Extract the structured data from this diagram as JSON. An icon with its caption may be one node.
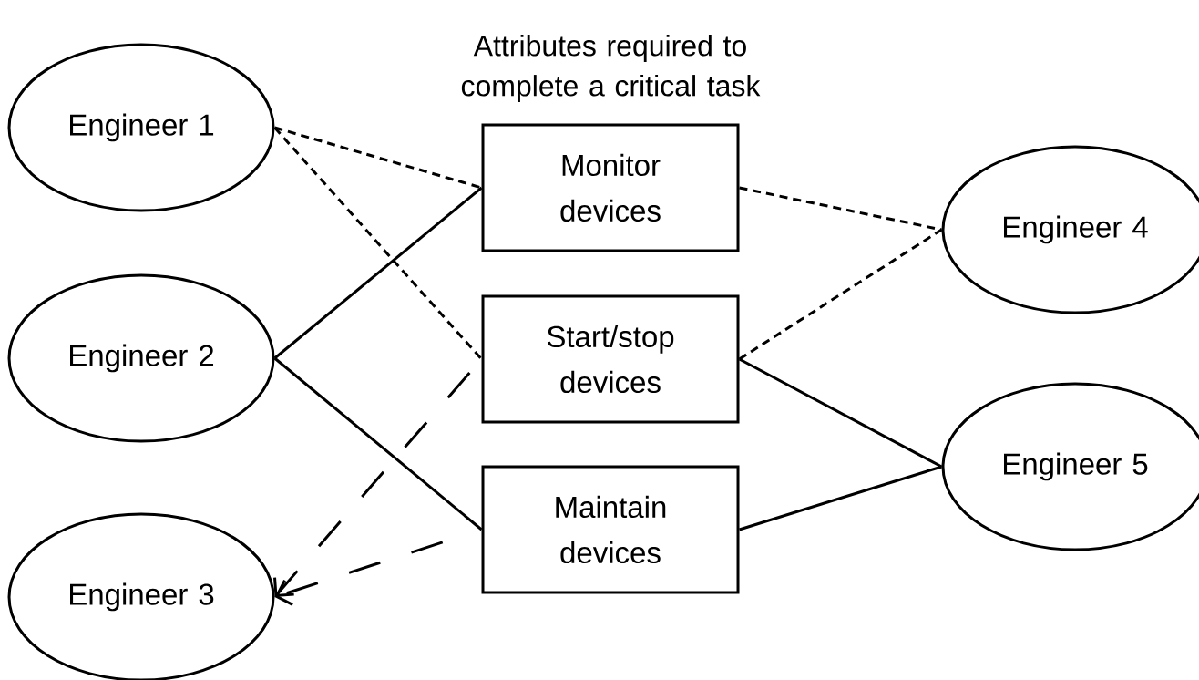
{
  "diagram": {
    "title": "Attributes required to complete a critical task",
    "nodes": [
      {
        "text": [
          "Engineer 1"
        ]
      },
      {
        "text": [
          "Engineer 2"
        ]
      },
      {
        "text": [
          "Engineer 3"
        ]
      },
      {
        "text": [
          "Monitor devices"
        ]
      },
      {
        "text": [
          "Start/stop devices"
        ]
      },
      {
        "text": [
          "Maintain devices"
        ]
      },
      {
        "text": [
          "Engineer 4"
        ]
      },
      {
        "text": [
          "Engineer 5"
        ]
      }
    ],
    "edges": [
      {
        "from": 0,
        "to": 3,
        "arrow": "none",
        "style": "dashed"
      },
      {
        "from": 0,
        "to": 4,
        "arrow": "none",
        "style": "dashed"
      },
      {
        "from": 1,
        "to": 3,
        "arrow": "none"
      },
      {
        "from": 1,
        "to": 5,
        "arrow": "none"
      },
      {
        "from": 3,
        "to": 6,
        "arrow": "none",
        "style": "dashed"
      },
      {
        "from": 4,
        "to": 6,
        "arrow": "none",
        "style": "dashed"
      },
      {
        "from": 4,
        "to": 7,
        "arrow": "none"
      },
      {
        "from": 5,
        "to": 7,
        "arrow": "none"
      },
      {
        "from": 4,
        "to": 2,
        "arrow": "to",
        "style": "dashed"
      },
      {
        "from": 5,
        "to": 2,
        "arrow": "to",
        "style": "dashed"
      }
    ]
  }
}
